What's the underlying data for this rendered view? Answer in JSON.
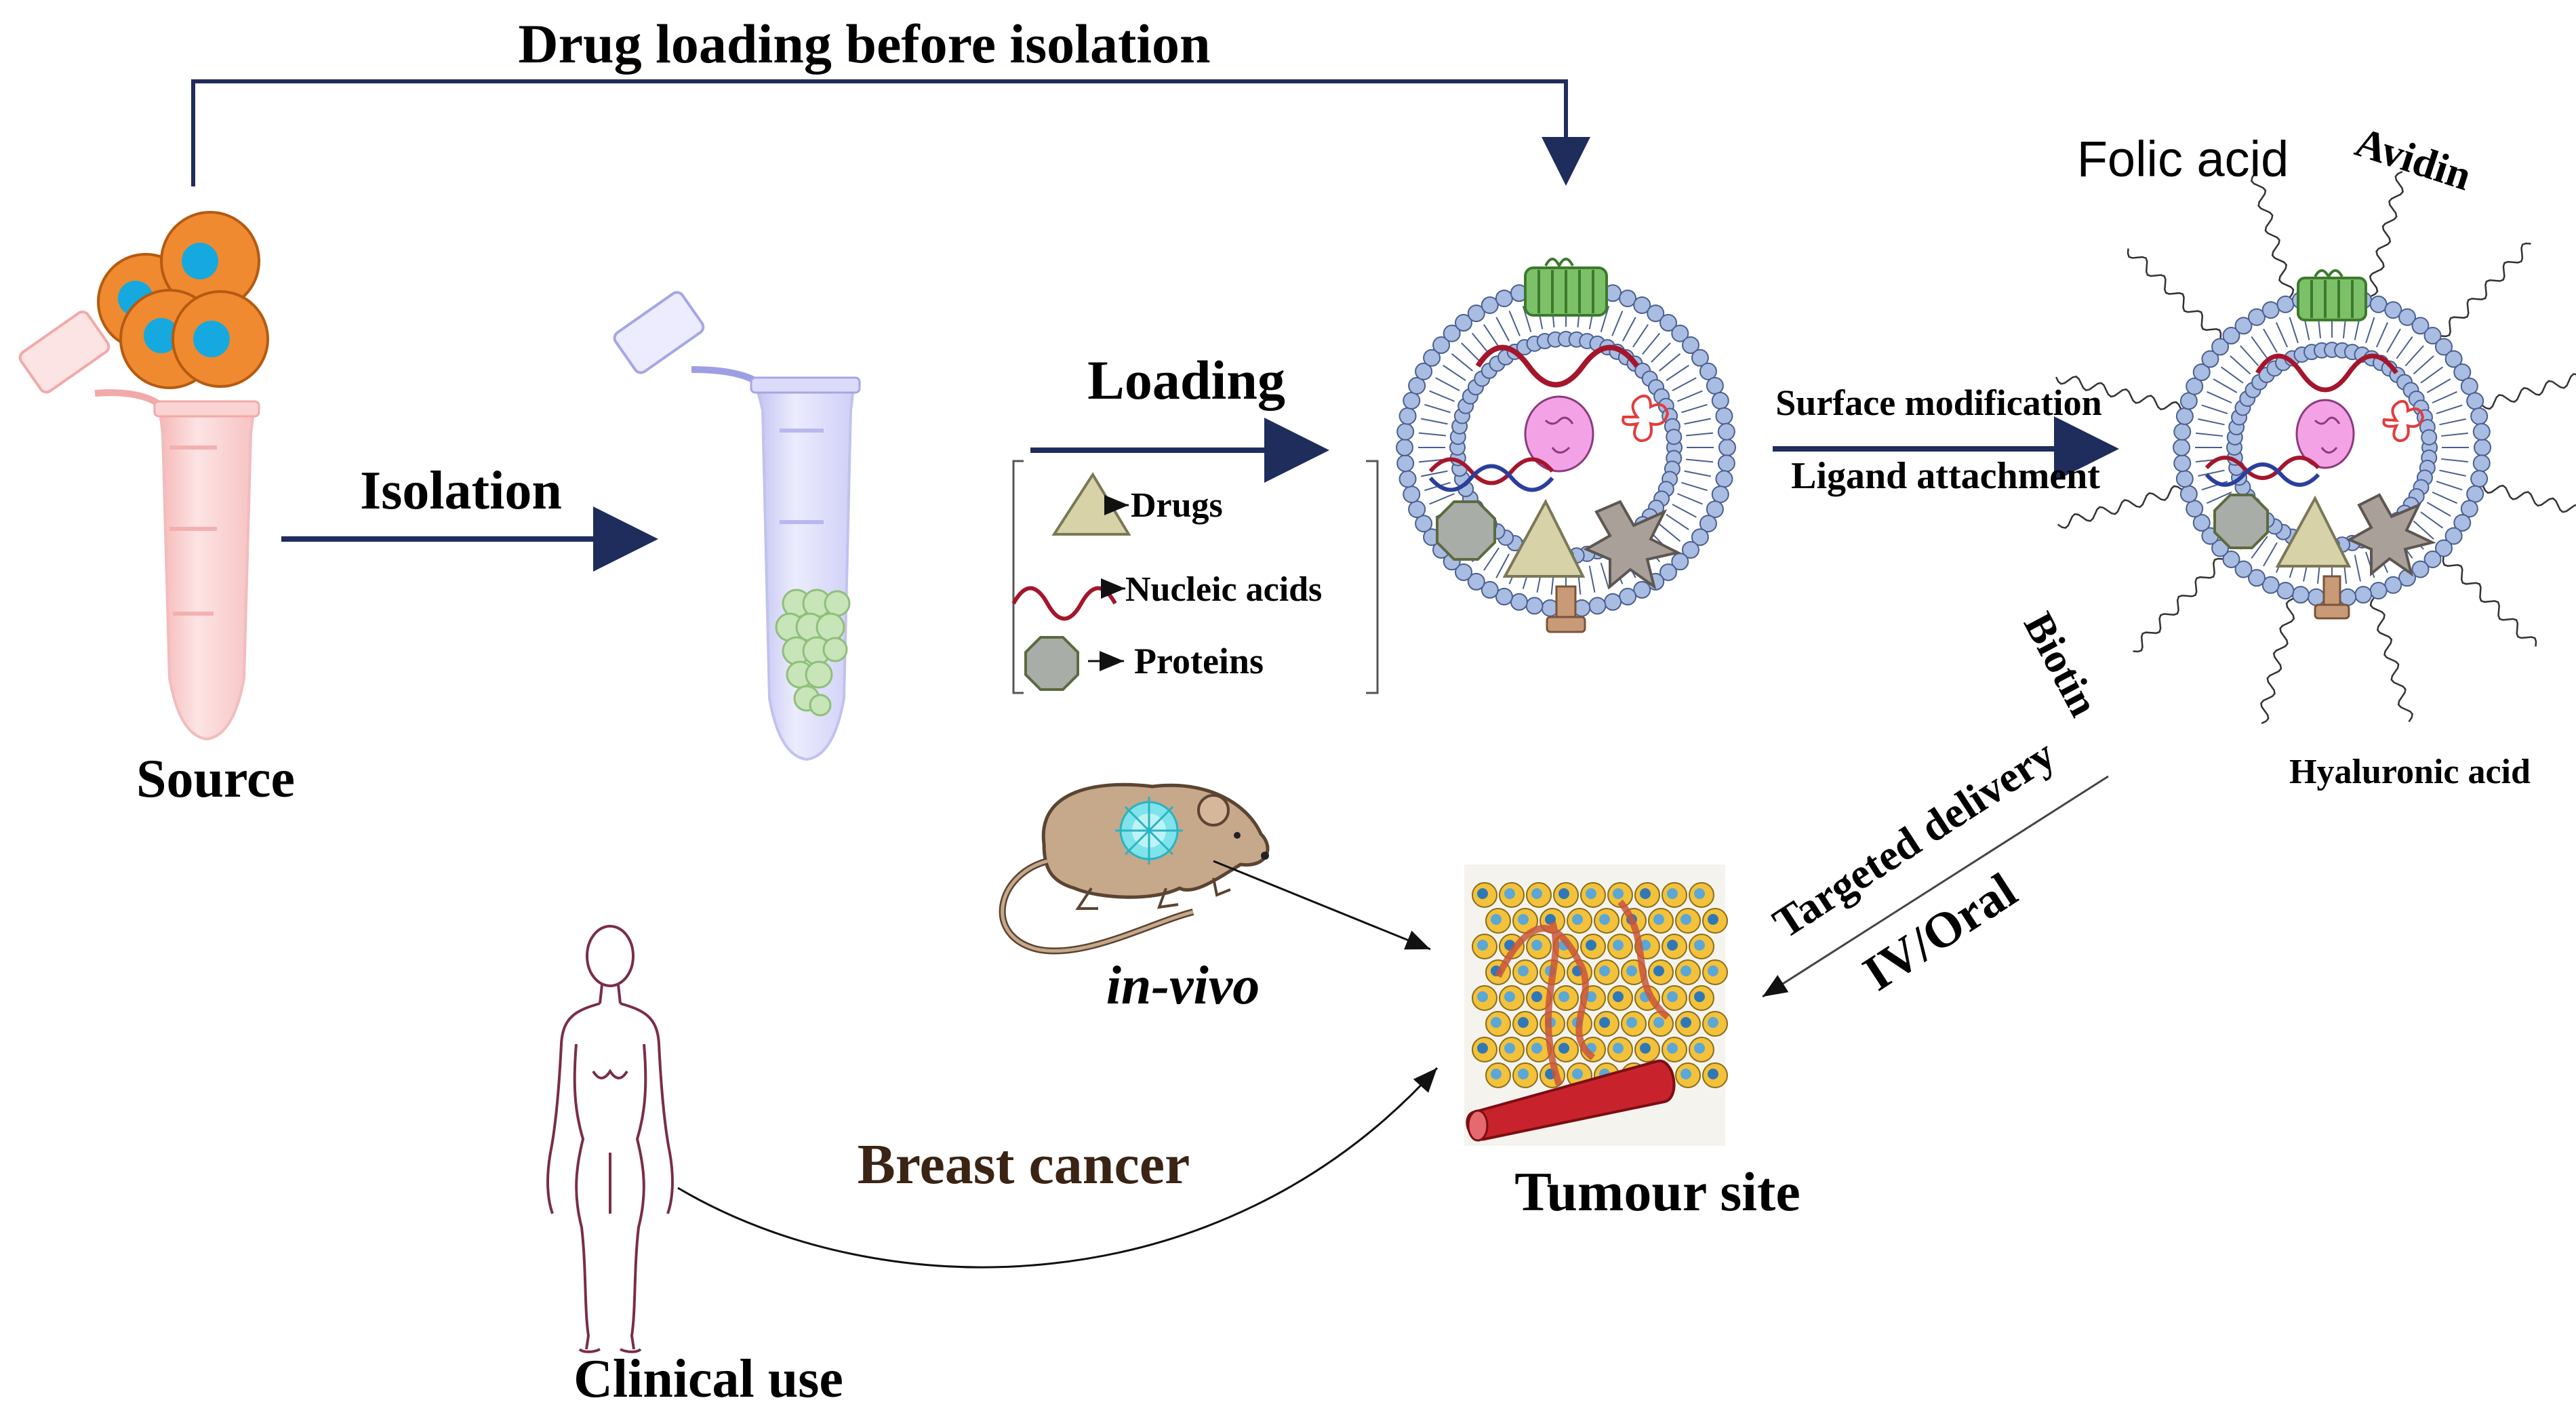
{
  "labels": {
    "drug_loading_before_isolation": "Drug loading before isolation",
    "isolation": "Isolation",
    "source": "Source",
    "loading": "Loading",
    "drugs": "Drugs",
    "nucleic_acids": "Nucleic acids",
    "proteins": "Proteins",
    "surface_modification": "Surface modification",
    "ligand_attachment": "Ligand attachment",
    "folic_acid": "Folic acid",
    "avidin": "Avidin",
    "biotin": "Biotin",
    "hyaluronic_acid": "Hyaluronic acid",
    "targeted_delivery": "Targeted delivery",
    "iv_oral": "IV/Oral",
    "in_vivo": "in-vivo",
    "breast_cancer": "Breast cancer",
    "tumour_site": "Tumour site",
    "clinical_use": "Clinical use"
  },
  "colors": {
    "arrow": "#1f2d5c",
    "membrane_head": "#a9bde3",
    "membrane_stroke": "#4a5f8f",
    "cell_orange": "#ef8a30",
    "cell_nucleus": "#15a9e0",
    "tube_pink": "#fbd3d3",
    "tube_blue": "#dcdcfa",
    "vesicle_green": "#c7e5b8",
    "nucleic_red": "#a4162c",
    "triangle_fill": "#d7d2a8",
    "octagon_fill": "#a8ada8",
    "star_fill": "#a9a09a",
    "protein_pink": "#f3a2e6",
    "breast_cancer_text": "#3b2414",
    "body_outline": "#7a2d4b"
  },
  "icons": [
    "cell-cluster-icon",
    "source-tube-icon",
    "isolated-tube-icon",
    "exosome-icon",
    "modified-exosome-icon",
    "mouse-icon",
    "tumour-tissue-icon",
    "human-body-icon"
  ]
}
